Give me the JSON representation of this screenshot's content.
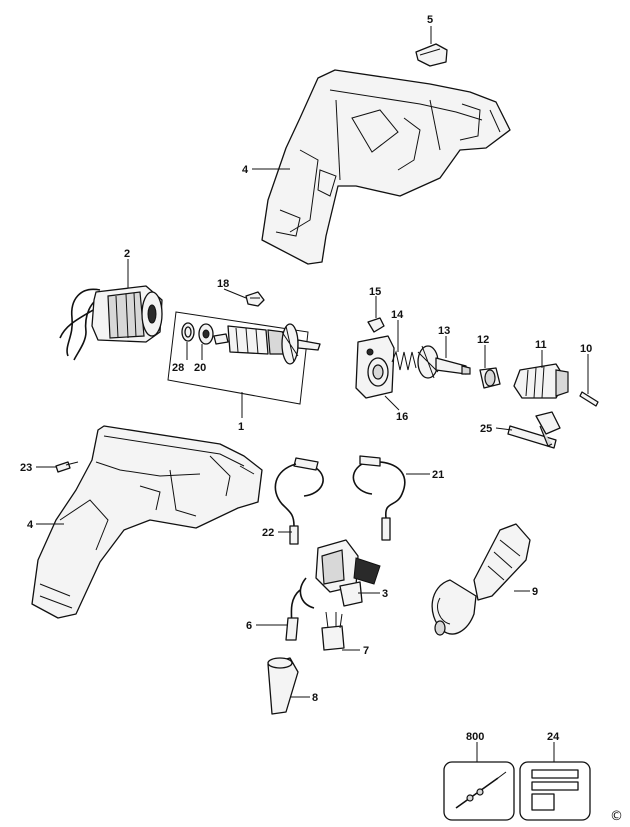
{
  "callouts": [
    {
      "id": "5",
      "text": "5"
    },
    {
      "id": "4a",
      "text": "4"
    },
    {
      "id": "2",
      "text": "2"
    },
    {
      "id": "18",
      "text": "18"
    },
    {
      "id": "28",
      "text": "28"
    },
    {
      "id": "20",
      "text": "20"
    },
    {
      "id": "1",
      "text": "1"
    },
    {
      "id": "15",
      "text": "15"
    },
    {
      "id": "14",
      "text": "14"
    },
    {
      "id": "13",
      "text": "13"
    },
    {
      "id": "12",
      "text": "12"
    },
    {
      "id": "11",
      "text": "11"
    },
    {
      "id": "10",
      "text": "10"
    },
    {
      "id": "16",
      "text": "16"
    },
    {
      "id": "25",
      "text": "25"
    },
    {
      "id": "23",
      "text": "23"
    },
    {
      "id": "4b",
      "text": "4"
    },
    {
      "id": "21",
      "text": "21"
    },
    {
      "id": "22",
      "text": "22"
    },
    {
      "id": "3",
      "text": "3"
    },
    {
      "id": "9",
      "text": "9"
    },
    {
      "id": "6",
      "text": "6"
    },
    {
      "id": "7",
      "text": "7"
    },
    {
      "id": "8",
      "text": "8"
    },
    {
      "id": "800",
      "text": "800"
    },
    {
      "id": "24",
      "text": "24"
    }
  ],
  "copyright_symbol": "©"
}
